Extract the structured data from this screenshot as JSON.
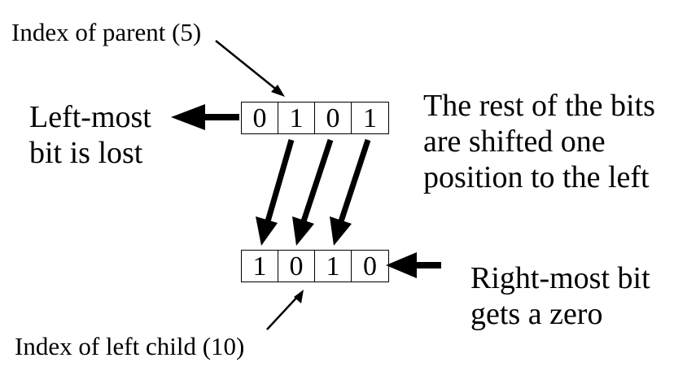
{
  "parent_label": "Index of parent (5)",
  "child_label": "Index of left child (10)",
  "left_note": {
    "line1": "Left-most",
    "line2": "bit is lost"
  },
  "shift_note": {
    "line1": "The rest of the bits",
    "line2": "are shifted one",
    "line3": "position to the left"
  },
  "right_note": {
    "line1": "Right-most bit",
    "line2": "gets a zero"
  },
  "parent_bits": [
    "0",
    "1",
    "0",
    "1"
  ],
  "child_bits": [
    "1",
    "0",
    "1",
    "0"
  ]
}
